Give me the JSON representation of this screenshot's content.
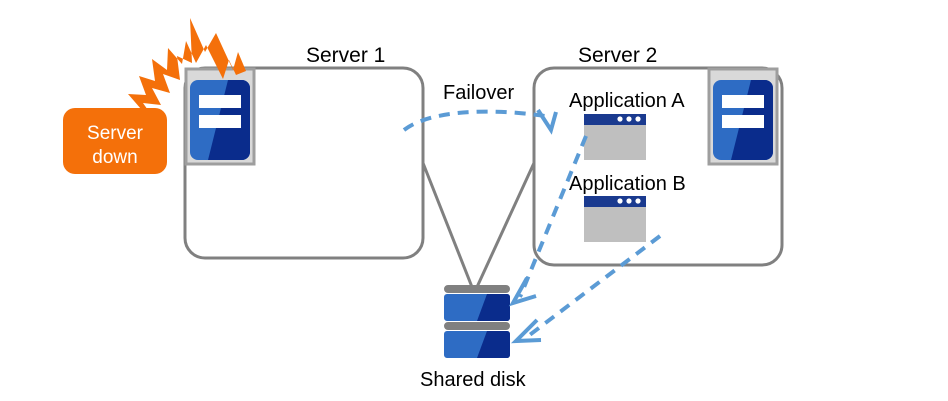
{
  "diagram": {
    "type": "failover-cluster-diagram",
    "servers": [
      {
        "id": "server1",
        "title": "Server 1",
        "state": "down",
        "applications": []
      },
      {
        "id": "server2",
        "title": "Server 2",
        "state": "active",
        "applications": [
          "Application  A",
          "Application  B"
        ]
      }
    ],
    "storage": {
      "label": "Shared disk",
      "blocks": 2
    },
    "failover": {
      "label": "Failover",
      "from": "server1",
      "to": "server2"
    },
    "alert": {
      "line1": "Server",
      "line2": "down"
    }
  },
  "colors": {
    "alert_orange": "#F4700A",
    "arrow_blue": "#5B9BD5",
    "box_gray": "#808080",
    "icon_blue_light": "#2E6CC4",
    "icon_blue_dark": "#0A2C8C",
    "app_titlebar": "#1A3A8F",
    "app_body": "#BFBFBF",
    "icon_frame": "#D9D9D9",
    "disk_gray": "#808080",
    "text_black": "#000000"
  },
  "icons": {
    "server_tower": "server-tower-icon",
    "app_window": "app-window-icon",
    "disk_stack": "disk-stack-icon",
    "lightning_burst": "lightning-burst-icon",
    "failover_arrow": "failover-arrow-icon",
    "access_arrow": "access-arrow-icon"
  }
}
